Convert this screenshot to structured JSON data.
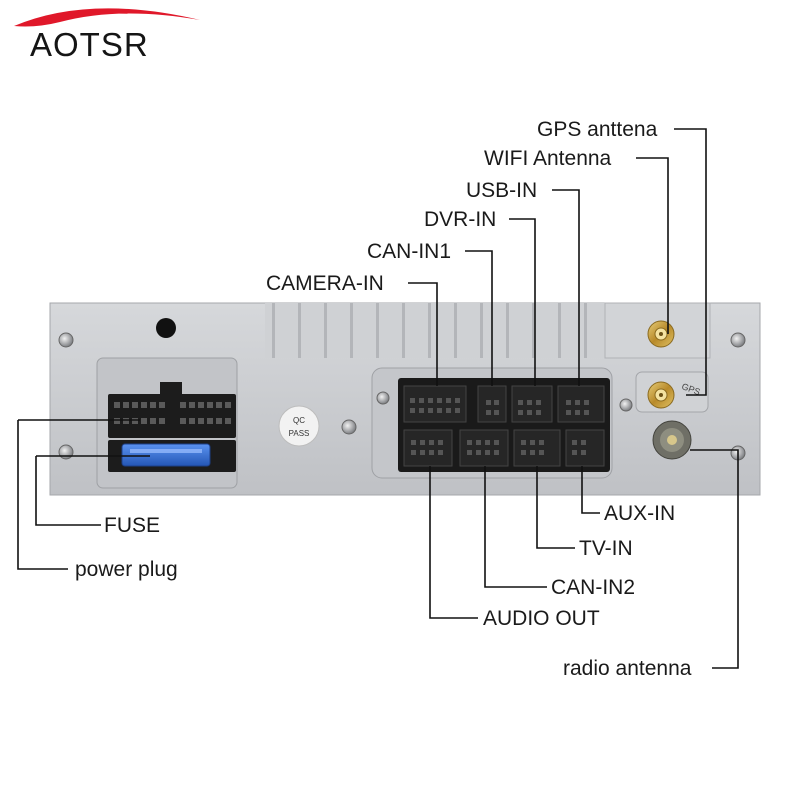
{
  "brand": {
    "name": "AOTSR",
    "swoosh_color": "#e0182a"
  },
  "unit": {
    "qc_stamp_line1": "QC",
    "qc_stamp_line2": "PASS",
    "gps_port_label": "GPS"
  },
  "callouts": {
    "gps_antenna": "GPS anttena",
    "wifi_antenna": "WIFI Antenna",
    "usb_in": "USB-IN",
    "dvr_in": "DVR-IN",
    "can_in1": "CAN-IN1",
    "camera_in": "CAMERA-IN",
    "fuse": "FUSE",
    "power_plug": "power plug",
    "aux_in": "AUX-IN",
    "tv_in": "TV-IN",
    "can_in2": "CAN-IN2",
    "audio_out": "AUDIO OUT",
    "radio_antenna": "radio antenna"
  },
  "colors": {
    "panel": "#c9cbcf",
    "connector": "#1c1c1c",
    "fuse": "#3a72d8",
    "gold": "#c9a646",
    "line": "#111111"
  }
}
